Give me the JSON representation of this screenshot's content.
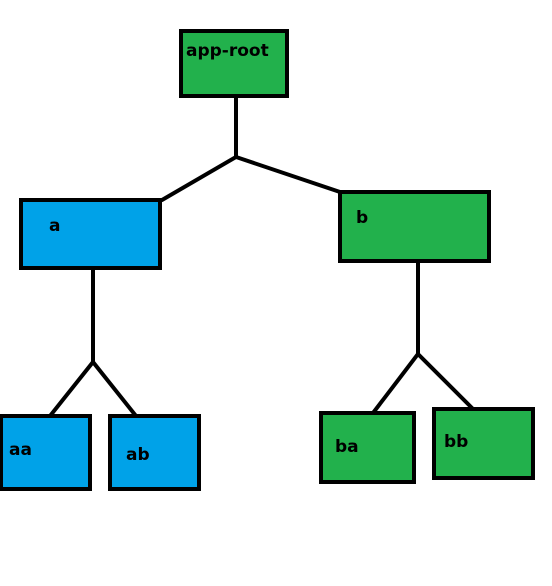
{
  "colors": {
    "blue": "#00a2e8",
    "green": "#22b14c",
    "line": "#000000"
  },
  "tree": {
    "root": {
      "label": "app-root",
      "color": "green"
    },
    "a": {
      "label": "a",
      "color": "blue"
    },
    "b": {
      "label": "b",
      "color": "green"
    },
    "aa": {
      "label": "aa",
      "color": "blue"
    },
    "ab": {
      "label": "ab",
      "color": "blue"
    },
    "ba": {
      "label": "ba",
      "color": "green"
    },
    "bb": {
      "label": "bb",
      "color": "green"
    }
  },
  "edges": [
    {
      "from": "root",
      "to": "a"
    },
    {
      "from": "root",
      "to": "b"
    },
    {
      "from": "a",
      "to": "aa"
    },
    {
      "from": "a",
      "to": "ab"
    },
    {
      "from": "b",
      "to": "ba"
    },
    {
      "from": "b",
      "to": "bb"
    }
  ]
}
